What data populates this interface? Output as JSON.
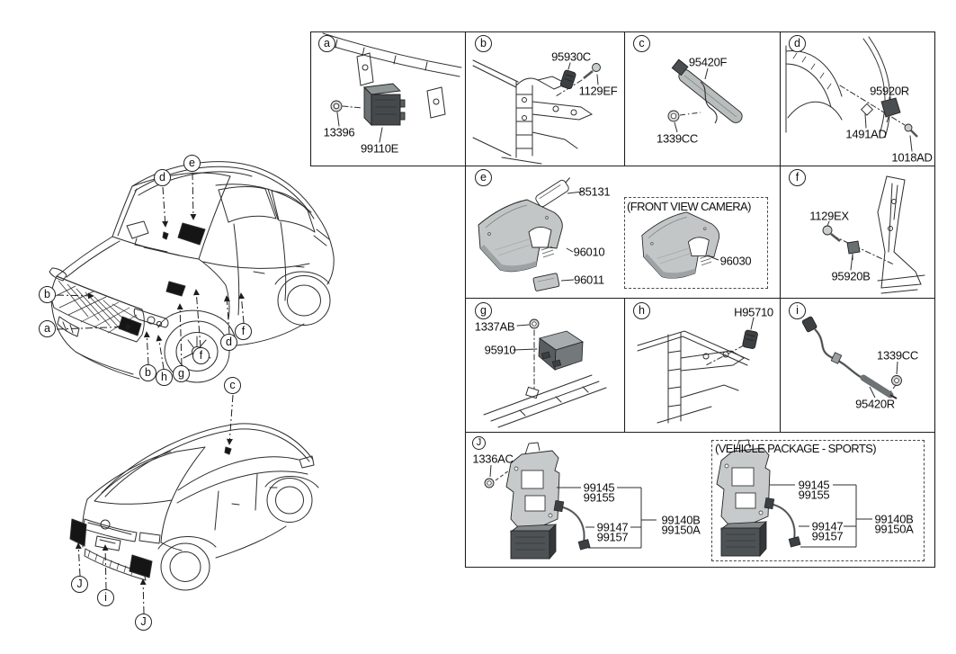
{
  "page": {
    "background": "#ffffff",
    "line_color": "#2d2d2d",
    "accent_dark": "#151515"
  },
  "panels": {
    "a": {
      "letter": "a",
      "parts": [
        "13396",
        "99110E"
      ]
    },
    "b": {
      "letter": "b",
      "parts": [
        "95930C",
        "1129EF"
      ]
    },
    "c": {
      "letter": "c",
      "parts": [
        "95420F",
        "1339CC"
      ]
    },
    "d": {
      "letter": "d",
      "parts": [
        "95920R",
        "1491AD",
        "1018AD"
      ]
    },
    "e": {
      "letter": "e",
      "parts": [
        "85131",
        "96010",
        "96011"
      ],
      "camera_box": {
        "title": "(FRONT VIEW CAMERA)",
        "part": "96030"
      }
    },
    "f": {
      "letter": "f",
      "parts": [
        "1129EX",
        "95920B"
      ]
    },
    "g": {
      "letter": "g",
      "parts": [
        "1337AB",
        "95910"
      ]
    },
    "h": {
      "letter": "h",
      "parts": [
        "H95710"
      ]
    },
    "i": {
      "letter": "i",
      "parts": [
        "1339CC",
        "95420R"
      ]
    },
    "j": {
      "letter": "J",
      "parts": [
        "1336AC"
      ],
      "group": {
        "m1": "99145",
        "m2": "99155",
        "c1": "99147",
        "c2": "99157",
        "a1": "99140B",
        "a2": "99150A"
      },
      "sports_box": {
        "title": "(VEHICLE PACKAGE - SPORTS)"
      }
    }
  },
  "callouts": {
    "front_car": [
      "d",
      "e",
      "b",
      "a",
      "b",
      "h",
      "g",
      "f",
      "d",
      "f",
      "c"
    ],
    "rear_car": [
      "J",
      "i",
      "J"
    ]
  }
}
